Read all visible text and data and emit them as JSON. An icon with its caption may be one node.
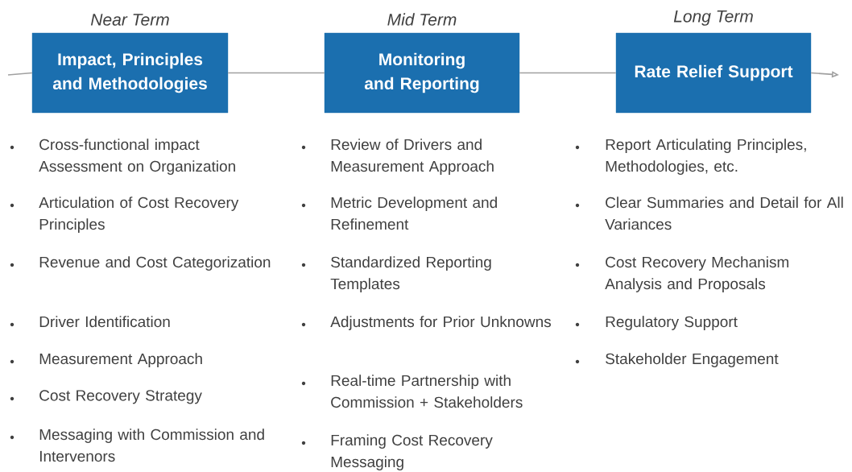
{
  "diagram": {
    "nodes": [
      {
        "text": [
          "Near Term",
          "Impact, Principles and Methodologies"
        ]
      },
      {
        "text": [
          "Mid Term",
          "Monitoring and Reporting"
        ]
      },
      {
        "text": [
          "Long Term",
          "Rate Relief Support"
        ]
      }
    ],
    "edges": [
      {
        "from": null,
        "to": 0,
        "arrow": "none"
      },
      {
        "from": 0,
        "to": 1,
        "arrow": "none"
      },
      {
        "from": 1,
        "to": 2,
        "arrow": "none"
      },
      {
        "from": 2,
        "to": null,
        "arrow": "to"
      }
    ],
    "labels": [
      "Cross-functional impact Assessment on Organization",
      "Articulation of Cost Recovery Principles",
      "Revenue and Cost Categorization",
      "Driver Identification",
      "Measurement Approach",
      "Cost Recovery Strategy",
      "Messaging with Commission and Intervenors",
      "Review of Drivers and Measurement Approach",
      "Metric Development and Refinement",
      "Standardized Reporting Templates",
      "Adjustments for Prior Unknowns",
      "Real-time Partnership with Commission + Stakeholders",
      "Framing Cost Recovery Messaging",
      "Report Articulating Principles, Methodologies, etc.",
      "Clear Summaries and Detail for All Variances",
      "Cost Recovery Mechanism Analysis and Proposals",
      "Regulatory Support",
      "Stakeholder Engagement"
    ]
  }
}
